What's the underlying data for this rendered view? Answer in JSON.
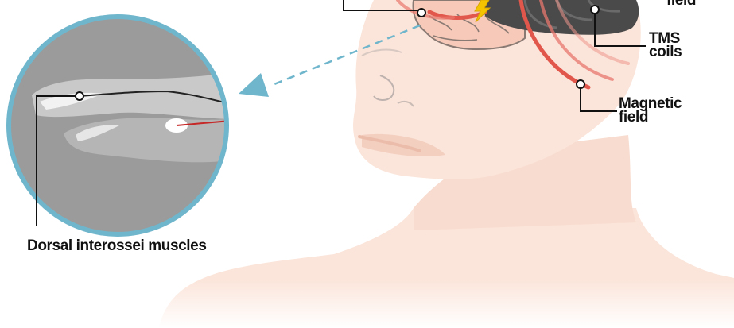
{
  "labels": {
    "field_top": "field",
    "tms_coils": "TMS\ncoils",
    "magnetic_field": "Magnetic\nfield",
    "dorsal": "Dorsal interossei muscles"
  },
  "colors": {
    "skin": "#fbe4d9",
    "skin_shadow": "#f3cfc0",
    "brain": "#f6c9b8",
    "brain_outline": "#8a7a74",
    "coil": "#4a4a4a",
    "field": "#e2574c",
    "zoom_ring": "#6fb6cc",
    "zoom_bg": "#9b9b9b",
    "pointer": "#6fb6cc",
    "spark": "#f5c400"
  },
  "icons": [
    "lightning-icon",
    "arrow-icon",
    "callout-dot-icon"
  ]
}
